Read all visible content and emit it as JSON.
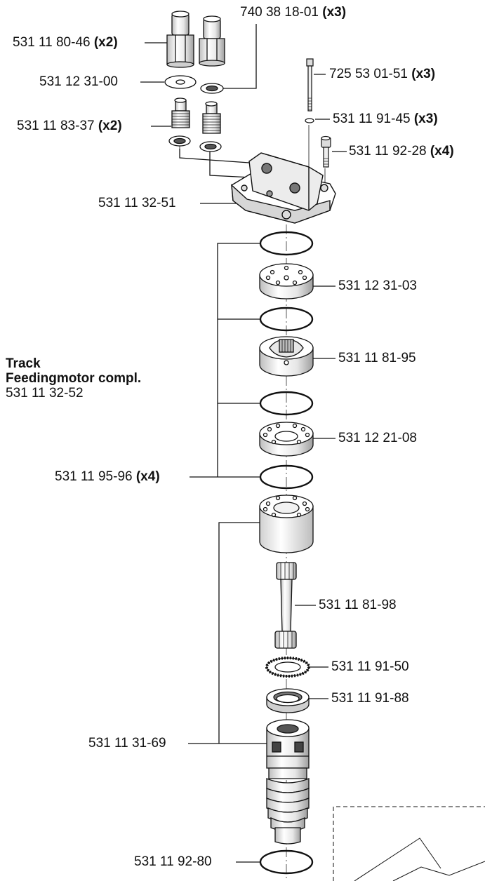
{
  "assembly": {
    "line1": "Track",
    "line2": "Feedingmotor compl.",
    "number": "531 11 32-52"
  },
  "labels": {
    "valve_top": {
      "num": "531 11 80-46",
      "qty": "(x2)"
    },
    "washer_top": {
      "num": "531 12 31-00",
      "qty": ""
    },
    "seal_top": {
      "num": "740 38 18-01",
      "qty": "(x3)"
    },
    "bolt_long": {
      "num": "725 53 01-51",
      "qty": "(x3)"
    },
    "washer_small": {
      "num": "531 11 91-45",
      "qty": "(x3)"
    },
    "nipple": {
      "num": "531 11 83-37",
      "qty": "(x2)"
    },
    "screw": {
      "num": "531 11 92-28",
      "qty": "(x4)"
    },
    "housing": {
      "num": "531 11 32-51",
      "qty": ""
    },
    "plate_1": {
      "num": "531 12 31-03",
      "qty": ""
    },
    "gerotor": {
      "num": "531 11 81-95",
      "qty": ""
    },
    "plate_2": {
      "num": "531 12 21-08",
      "qty": ""
    },
    "orings": {
      "num": "531 11 95-96",
      "qty": "(x4)"
    },
    "shaft": {
      "num": "531 11 81-98",
      "qty": ""
    },
    "bearing": {
      "num": "531 11 91-50",
      "qty": ""
    },
    "ring": {
      "num": "531 11 91-88",
      "qty": ""
    },
    "body": {
      "num": "531 11 31-69",
      "qty": ""
    },
    "oring_bottom": {
      "num": "531 11 92-80",
      "qty": ""
    }
  },
  "colors": {
    "line": "#111111",
    "part_fill": "#ffffff",
    "shade": "#d9d9d9",
    "dark": "#9a9a9a"
  }
}
